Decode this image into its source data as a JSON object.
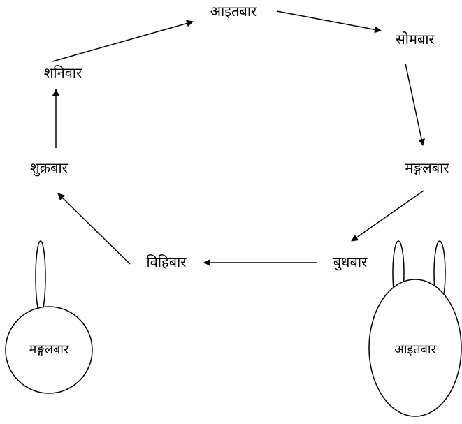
{
  "diagram": {
    "nodes": {
      "sunday": "आइतबार",
      "monday": "सोमबार",
      "tuesday": "मङ्गलबार",
      "wednesday": "बुधबार",
      "thursday": "विहिबार",
      "friday": "शुक्रबार",
      "saturday": "शनिवार"
    },
    "figures": {
      "left_head": "मङ्गलबार",
      "right_head": "आइतबार"
    }
  },
  "colors": {
    "stroke": "#000000",
    "background": "#ffffff"
  }
}
